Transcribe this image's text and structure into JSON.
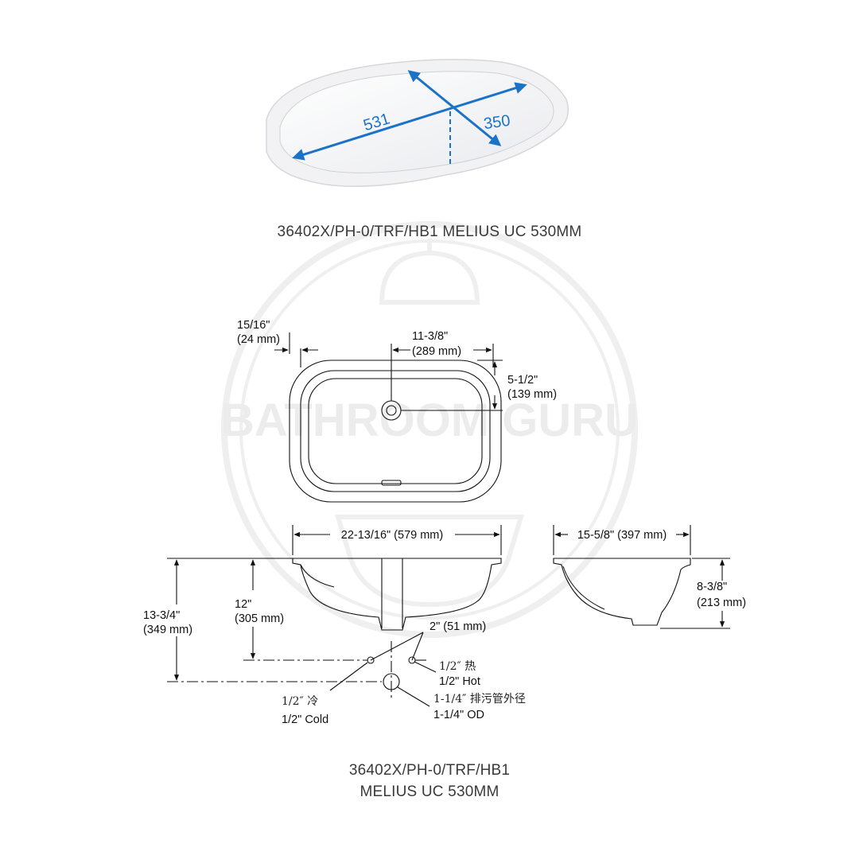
{
  "title_top": "36402X/PH-0/TRF/HB1 MELIUS UC 530MM",
  "title_bottom_line1": "36402X/PH-0/TRF/HB1",
  "title_bottom_line2": "MELIUS UC 530MM",
  "watermark": "BATHROOM GURU",
  "photo": {
    "length_label": "531",
    "width_label": "350",
    "arrow_color": "#1a73c8"
  },
  "plan": {
    "rim_in": "15/16\"",
    "rim_mm": "(24 mm)",
    "drain_offset_in": "11-3/8\"",
    "drain_offset_mm": "(289 mm)",
    "drain_depth_in": "5-1/2\"",
    "drain_depth_mm": "(139 mm)"
  },
  "front": {
    "width_label": "22-13/16\" (579 mm)",
    "overall_in": "13-3/4\"",
    "overall_mm": "(349 mm)",
    "supply_in": "12\"",
    "supply_mm": "(305 mm)",
    "spacing_label": "2\" (51 mm)",
    "hot_cn": "1/2″ 热",
    "hot_en": "1/2\" Hot",
    "cold_cn": "1/2″ 冷",
    "cold_en": "1/2\" Cold",
    "drain_cn": "1-1/4″ 排污管外径",
    "drain_en": "1-1/4\" OD"
  },
  "side": {
    "depth_label": "15-5/8\" (397 mm)",
    "height_in": "8-3/8\"",
    "height_mm": "(213 mm)"
  }
}
